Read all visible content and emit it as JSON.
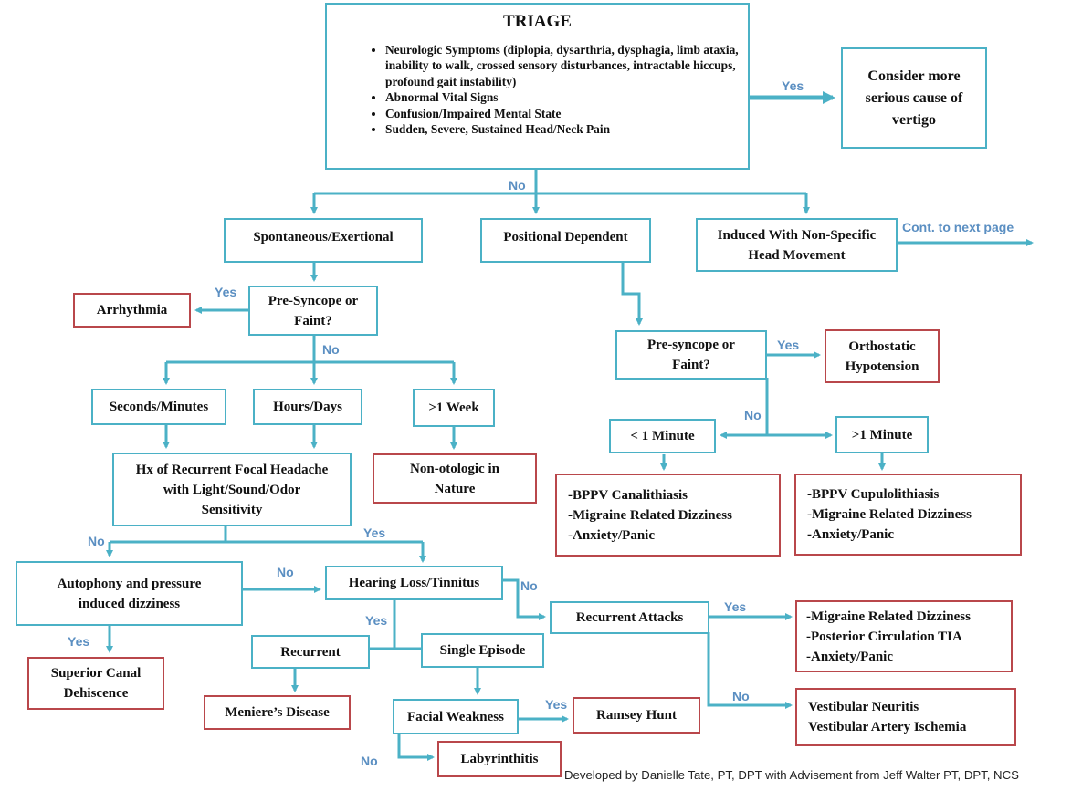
{
  "triage": {
    "title": "TRIAGE",
    "items": [
      "Neurologic Symptoms (diplopia, dysarthria, dysphagia, limb ataxia, inability to walk, crossed sensory disturbances, intractable hiccups, profound gait instability)",
      "Abnormal Vital Signs",
      "Confusion/Impaired Mental State",
      "Sudden, Severe, Sustained Head/Neck Pain"
    ]
  },
  "nodes": {
    "serious": [
      "Consider more",
      "serious cause of",
      "vertigo"
    ],
    "spontaneous": [
      "Spontaneous/Exertional"
    ],
    "positional": [
      "Positional Dependent"
    ],
    "induced": [
      "Induced With Non-Specific",
      "Head Movement"
    ],
    "presyncope1": [
      "Pre-Syncope or",
      "Faint?"
    ],
    "arrhythmia": [
      "Arrhythmia"
    ],
    "seconds": [
      "Seconds/Minutes"
    ],
    "hours": [
      "Hours/Days"
    ],
    "week": [
      ">1 Week"
    ],
    "hx": [
      "Hx of Recurrent Focal Headache",
      "with Light/Sound/Odor",
      "Sensitivity"
    ],
    "nonotologic": [
      "Non-otologic in",
      "Nature"
    ],
    "presyncope2": [
      "Pre-syncope or",
      "Faint?"
    ],
    "orthostatic": [
      "Orthostatic",
      "Hypotension"
    ],
    "lt1min": [
      "< 1 Minute"
    ],
    "gt1min": [
      ">1 Minute"
    ],
    "bppv_canal": [
      "-BPPV Canalithiasis",
      "-Migraine Related Dizziness",
      "-Anxiety/Panic"
    ],
    "bppv_cupulo": [
      "-BPPV Cupulolithiasis",
      "-Migraine Related Dizziness",
      "-Anxiety/Panic"
    ],
    "autophony": [
      "Autophony and pressure",
      "induced dizziness"
    ],
    "hearing": [
      "Hearing Loss/Tinnitus"
    ],
    "recurrent_attacks": [
      "Recurrent Attacks"
    ],
    "migraine_tia": [
      "-Migraine Related Dizziness",
      "-Posterior Circulation TIA",
      "-Anxiety/Panic"
    ],
    "superior": [
      "Superior Canal",
      "Dehiscence"
    ],
    "recurrent": [
      "Recurrent"
    ],
    "single": [
      "Single Episode"
    ],
    "meniere": [
      "Meniere’s Disease"
    ],
    "facial": [
      "Facial Weakness"
    ],
    "ramsey": [
      "Ramsey Hunt"
    ],
    "labyrinthitis": [
      "Labyrinthitis"
    ],
    "neuritis": [
      "Vestibular Neuritis",
      "Vestibular Artery Ischemia"
    ]
  },
  "labels": {
    "yes_serious": "Yes",
    "no_triage": "No",
    "cont_next": "Cont. to next page",
    "yes_arrhythmia": "Yes",
    "no_presyncope1": "No",
    "yes_orthostatic": "Yes",
    "no_presyncope2": "No",
    "no_hx": "No",
    "yes_hx": "Yes",
    "no_autophony": "No",
    "no_hearing": "No",
    "yes_recurrent_attacks": "Yes",
    "yes_superior": "Yes",
    "yes_hearing": "Yes",
    "no_recurrent_attacks": "No",
    "yes_facial": "Yes",
    "no_facial": "No"
  },
  "footer": "Developed by Danielle Tate, PT, DPT with Advisement from Jeff Walter PT, DPT, NCS",
  "colors": {
    "connector": "#4bb1c6",
    "teal_border": "#4bb1c6",
    "red_border": "#b9474b",
    "label": "#5b8fc2"
  }
}
